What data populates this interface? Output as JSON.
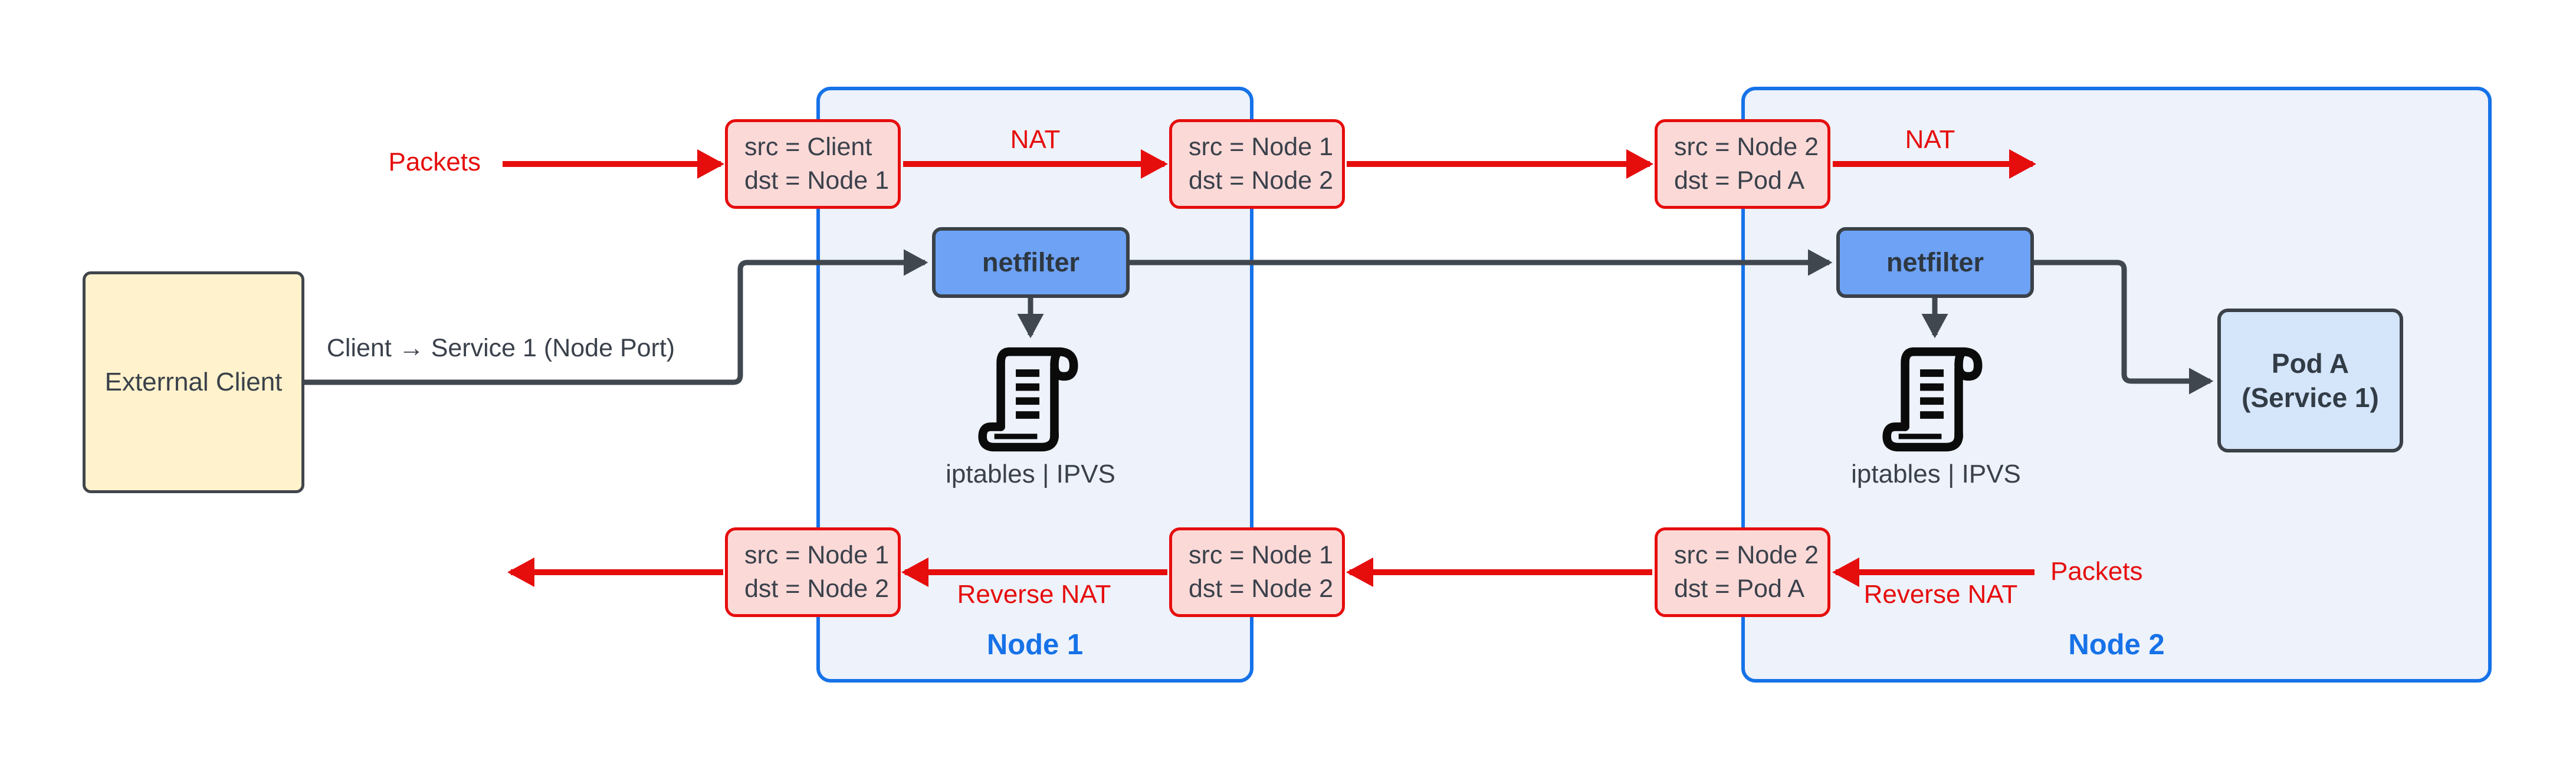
{
  "colors": {
    "red_accent": "#E60D0D",
    "packet_box_fill": "#FBD9D7",
    "node_border": "#1672E8",
    "node_fill": "#EDF2FB",
    "netfilter_fill": "#6DA2F5",
    "pod_fill": "#D5E5FA",
    "external_client_fill": "#FFF2CC",
    "dark_connector": "#40474F"
  },
  "external_client": {
    "label": "Exterrnal Client"
  },
  "client_request_label": "Client → Service 1 (Node Port)",
  "top_flow": {
    "packets_label": "Packets",
    "boxes": [
      {
        "line1": "src = Client",
        "line2": "dst = Node 1"
      },
      {
        "line1": "src = Node 1",
        "line2": "dst = Node 2"
      },
      {
        "line1": "src = Node 2",
        "line2": "dst = Pod A"
      }
    ],
    "nat_labels": [
      "NAT",
      "NAT"
    ]
  },
  "bottom_flow": {
    "packets_label": "Packets",
    "boxes": [
      {
        "line1": "src = Node 1",
        "line2": "dst = Node 2"
      },
      {
        "line1": "src = Node 1",
        "line2": "dst = Node 2"
      },
      {
        "line1": "src = Node 2",
        "line2": "dst = Pod A"
      }
    ],
    "reverse_nat_labels": [
      "Reverse NAT",
      "Reverse NAT"
    ]
  },
  "node1": {
    "label": "Node 1",
    "netfilter_label": "netfilter",
    "iptables_label": "iptables | IPVS"
  },
  "node2": {
    "label": "Node 2",
    "netfilter_label": "netfilter",
    "iptables_label": "iptables | IPVS"
  },
  "pod": {
    "line1": "Pod A",
    "line2": "(Service 1)"
  }
}
